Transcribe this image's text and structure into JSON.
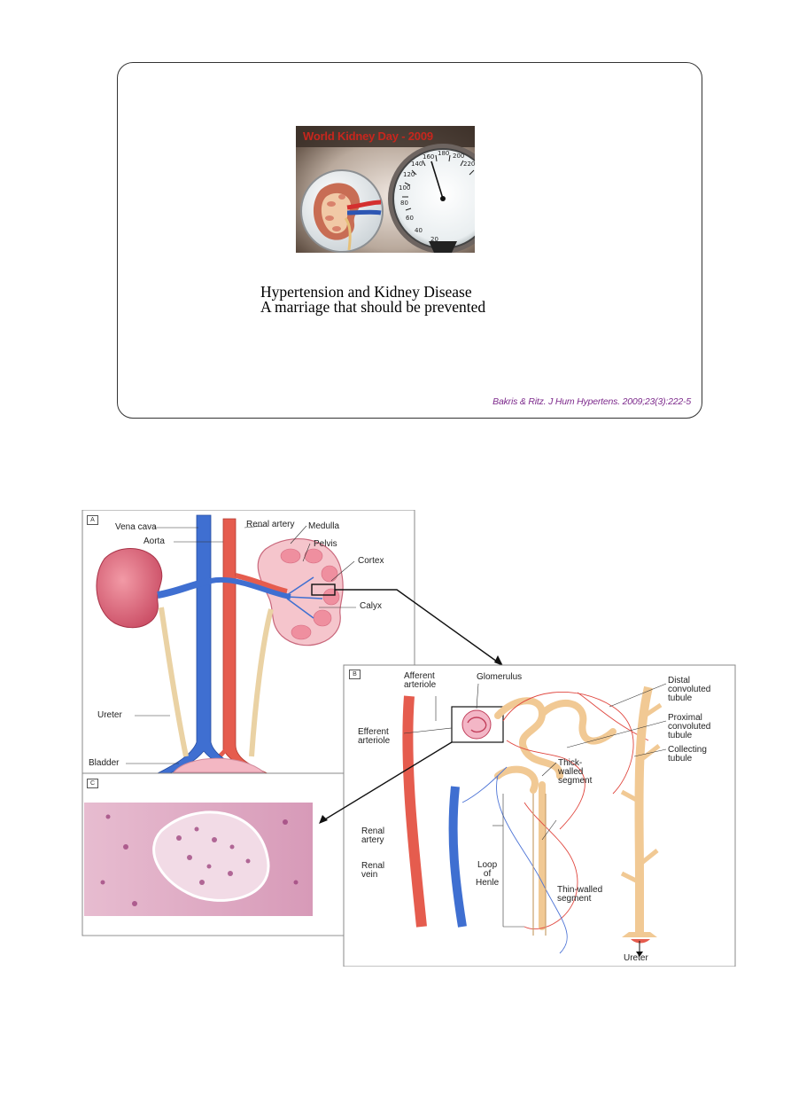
{
  "slide": {
    "banner_title": "World Kidney Day - 2009",
    "gauge_ticks": [
      "20",
      "40",
      "60",
      "80",
      "100",
      "120",
      "140",
      "160",
      "180",
      "200",
      "220"
    ],
    "title_line1": "Hypertension and Kidney Disease",
    "title_line2": "A marriage that should be prevented",
    "citation": "Bakris & Ritz. J Hum Hypertens. 2009;23(3):222-5"
  },
  "figure": {
    "panels": [
      "A",
      "B",
      "C"
    ],
    "panel_a_labels": {
      "vena_cava": "Vena cava",
      "aorta": "Aorta",
      "renal_artery": "Renal artery",
      "medulla": "Medulla",
      "pelvis": "Pelvis",
      "cortex": "Cortex",
      "calyx": "Calyx",
      "ureter": "Ureter",
      "bladder": "Bladder"
    },
    "panel_b_labels": {
      "afferent": [
        "Afferent",
        "arteriole"
      ],
      "glomerulus": "Glomerulus",
      "efferent": [
        "Efferent",
        "arteriole"
      ],
      "distal": [
        "Distal",
        "convoluted",
        "tubule"
      ],
      "proximal": [
        "Proximal",
        "convoluted",
        "tubule"
      ],
      "collecting": [
        "Collecting",
        "tubule"
      ],
      "thick": [
        "Thick-",
        "walled",
        "segment"
      ],
      "renal_artery": [
        "Renal",
        "artery"
      ],
      "renal_vein": [
        "Renal",
        "vein"
      ],
      "loop": [
        "Loop",
        "of",
        "Henle"
      ],
      "thin": [
        "Thin-walled",
        "segment"
      ],
      "ureter": "Ureter"
    }
  }
}
